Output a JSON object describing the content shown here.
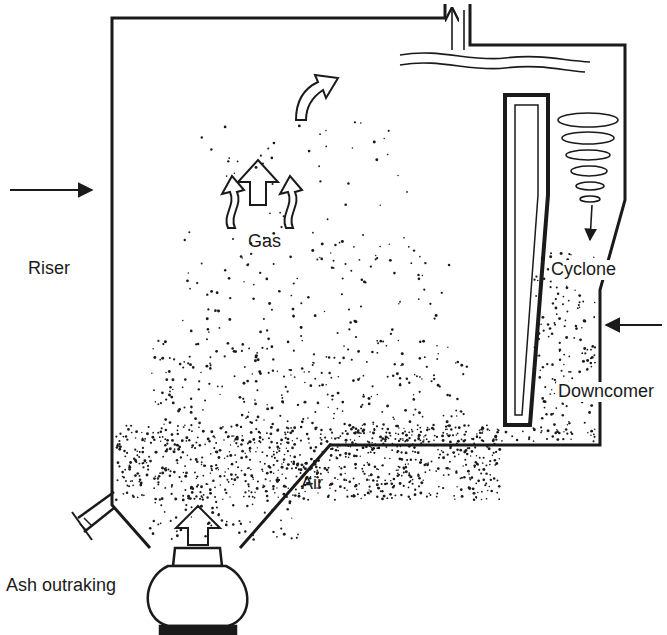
{
  "diagram": {
    "labels": [
      "Riser",
      "Gas",
      "Cyclone",
      "Downcomer",
      "Air",
      "Ash outraking"
    ]
  }
}
